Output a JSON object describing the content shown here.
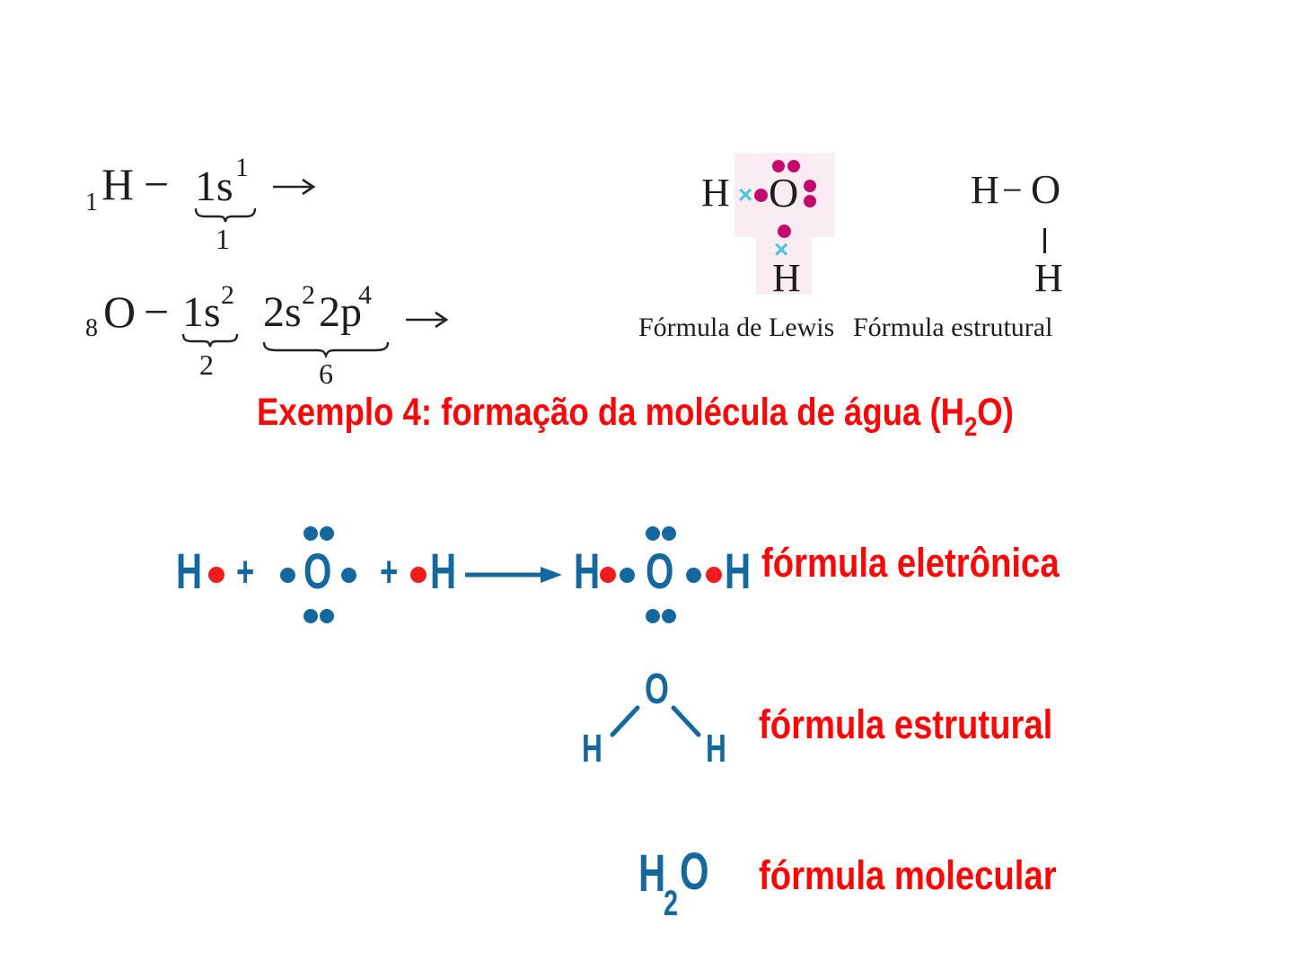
{
  "colors": {
    "blue": "#15689e",
    "red_text": "#fa0707",
    "red_dot": "#ee1c1c",
    "magenta": "#c4096e",
    "cyan": "#4ec4e1",
    "ink": "#1e1e1e",
    "pink_bg": "#f9ecf3",
    "white": "#ffffff"
  },
  "icons": {
    "right_arrow": "→",
    "electron_dot": "●",
    "underbrace": "⏟",
    "bond_line": "—"
  },
  "config": {
    "h_line": {
      "sub": "1",
      "element": "H",
      "minus": "−",
      "orbital": "1s",
      "sup": "1",
      "brace_count": "1"
    },
    "o_line": {
      "sub": "8",
      "element": "O",
      "minus": "−",
      "orb1": "1s",
      "sup1": "2",
      "brace1_count": "2",
      "orb2": "2s",
      "sup2": "2",
      "orb3": "2p",
      "sup3": "4",
      "brace2_count": "6"
    }
  },
  "lewis": {
    "h_left": "H",
    "x_symbol": "×",
    "o": "O",
    "h_bottom": "H",
    "caption": "Fórmula de Lewis"
  },
  "structural_right": {
    "h_top": "H",
    "bond": "−",
    "o": "O",
    "h_bottom": "H",
    "caption": "Fórmula estrutural"
  },
  "title": {
    "pre": "Exemplo 4: formação da molécula de água (H",
    "sub": "2",
    "post": "O)"
  },
  "equation": {
    "reactant_h1": "H",
    "plus1": "+",
    "o": "O",
    "plus2": "+",
    "reactant_h2": "H",
    "product_h1": "H",
    "product_o": "O",
    "product_h2": "H",
    "caption": "fórmula eletrônica"
  },
  "structural_mid": {
    "o": "O",
    "h_left": "H",
    "h_right": "H",
    "caption": "fórmula estrutural"
  },
  "molecular": {
    "h": "H",
    "sub": "2",
    "o": "O",
    "caption": "fórmula molecular"
  }
}
